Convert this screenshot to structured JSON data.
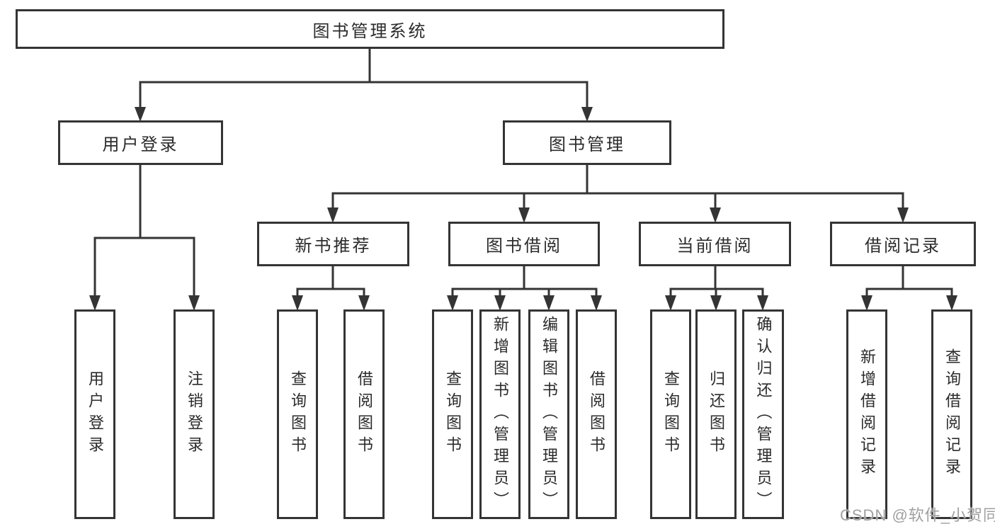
{
  "tree": {
    "label": "图书管理系统",
    "children": [
      {
        "label": "用户登录",
        "children": [
          {
            "label": "用户登录"
          },
          {
            "label": "注销登录"
          }
        ]
      },
      {
        "label": "图书管理",
        "children": [
          {
            "label": "新书推荐",
            "children": [
              {
                "label": "查询图书"
              },
              {
                "label": "借阅图书"
              }
            ]
          },
          {
            "label": "图书借阅",
            "children": [
              {
                "label": "查询图书"
              },
              {
                "label": "新增图书（管理员）"
              },
              {
                "label": "编辑图书（管理员）"
              },
              {
                "label": "借阅图书"
              }
            ]
          },
          {
            "label": "当前借阅",
            "children": [
              {
                "label": "查询图书"
              },
              {
                "label": "归还图书"
              },
              {
                "label": "确认归还（管理员）"
              }
            ]
          },
          {
            "label": "借阅记录",
            "children": [
              {
                "label": "新增借阅记录"
              },
              {
                "label": "查询借阅记录"
              }
            ]
          }
        ]
      }
    ]
  },
  "watermark": {
    "text": "CSDN @软件_小贺同学"
  },
  "colors": {
    "line": "#343434",
    "box_border": "#343434",
    "text": "#2b2b2b",
    "watermark": "#a0a0a0",
    "background": "#ffffff"
  }
}
